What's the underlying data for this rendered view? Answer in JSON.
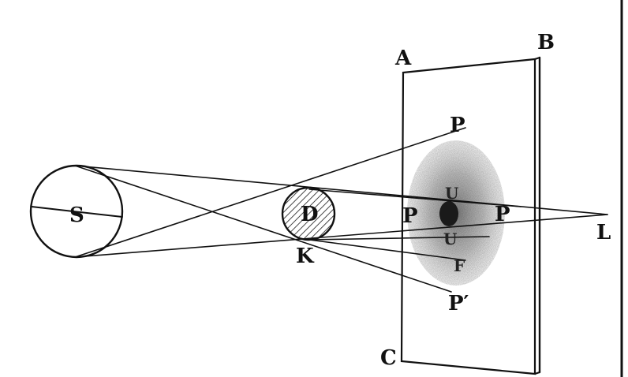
{
  "labels": {
    "sun": "S",
    "disc": "D",
    "disc_edge": "K",
    "screen_top_left": "A",
    "screen_top_right": "B",
    "screen_bottom_left": "C",
    "shadow_left": "P",
    "shadow_right": "P",
    "ray_top": "P",
    "ray_bottom": "P′",
    "umbra_top": "U",
    "umbra_bottom": "U",
    "penumbra_mark": "F",
    "vertex": "L"
  },
  "colors": {
    "ink": "#111111",
    "shading": "#8a8a8a",
    "umbra": "#1a1a1a"
  }
}
